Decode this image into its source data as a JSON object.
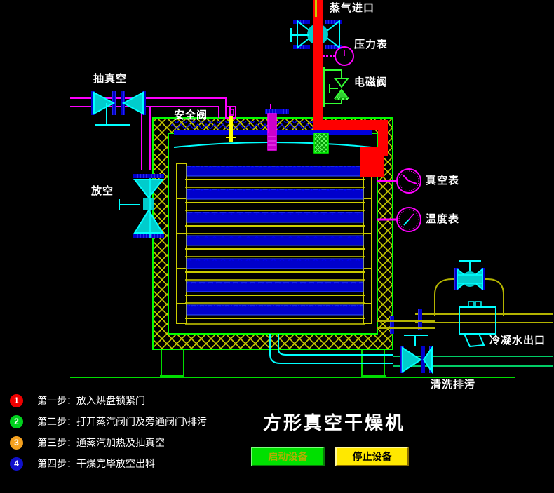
{
  "title": "方形真空干燥机",
  "colors": {
    "background": "#000000",
    "steam_pipe": "#ff0000",
    "vacuum_pipe": "#ff00ff",
    "water_pipe": "#00ffff",
    "insulation": "#cccc00",
    "shell": "#00ff00",
    "tray": "#0000ff",
    "solenoid": "#33ff33",
    "trap_pipe": "#b3b300",
    "flange": "#0000cc"
  },
  "labels": {
    "steam_inlet": "蒸气进口",
    "pressure_gauge": "压力表",
    "solenoid_valve": "电磁阀",
    "vacuum_pump": "抽真空",
    "safety_valve": "安全阀",
    "vent": "放空",
    "vacuum_gauge": "真空表",
    "temperature_gauge": "温度表",
    "condensate_outlet": "冷凝水出口",
    "blowdown": "清洗排污"
  },
  "steps": [
    {
      "number": "1",
      "color": "#ee0000",
      "text": "第一步：放入烘盘锁紧门"
    },
    {
      "number": "2",
      "color": "#00d21e",
      "text": "第二步：打开蒸汽阀门及旁通阀门\\排污"
    },
    {
      "number": "3",
      "color": "#f5a11e",
      "text": "第三步：通蒸汽加热及抽真空"
    },
    {
      "number": "4",
      "color": "#1111cc",
      "text": "第四步：干燥完毕放空出料"
    }
  ],
  "buttons": {
    "start": "启动设备",
    "stop": "停止设备"
  }
}
